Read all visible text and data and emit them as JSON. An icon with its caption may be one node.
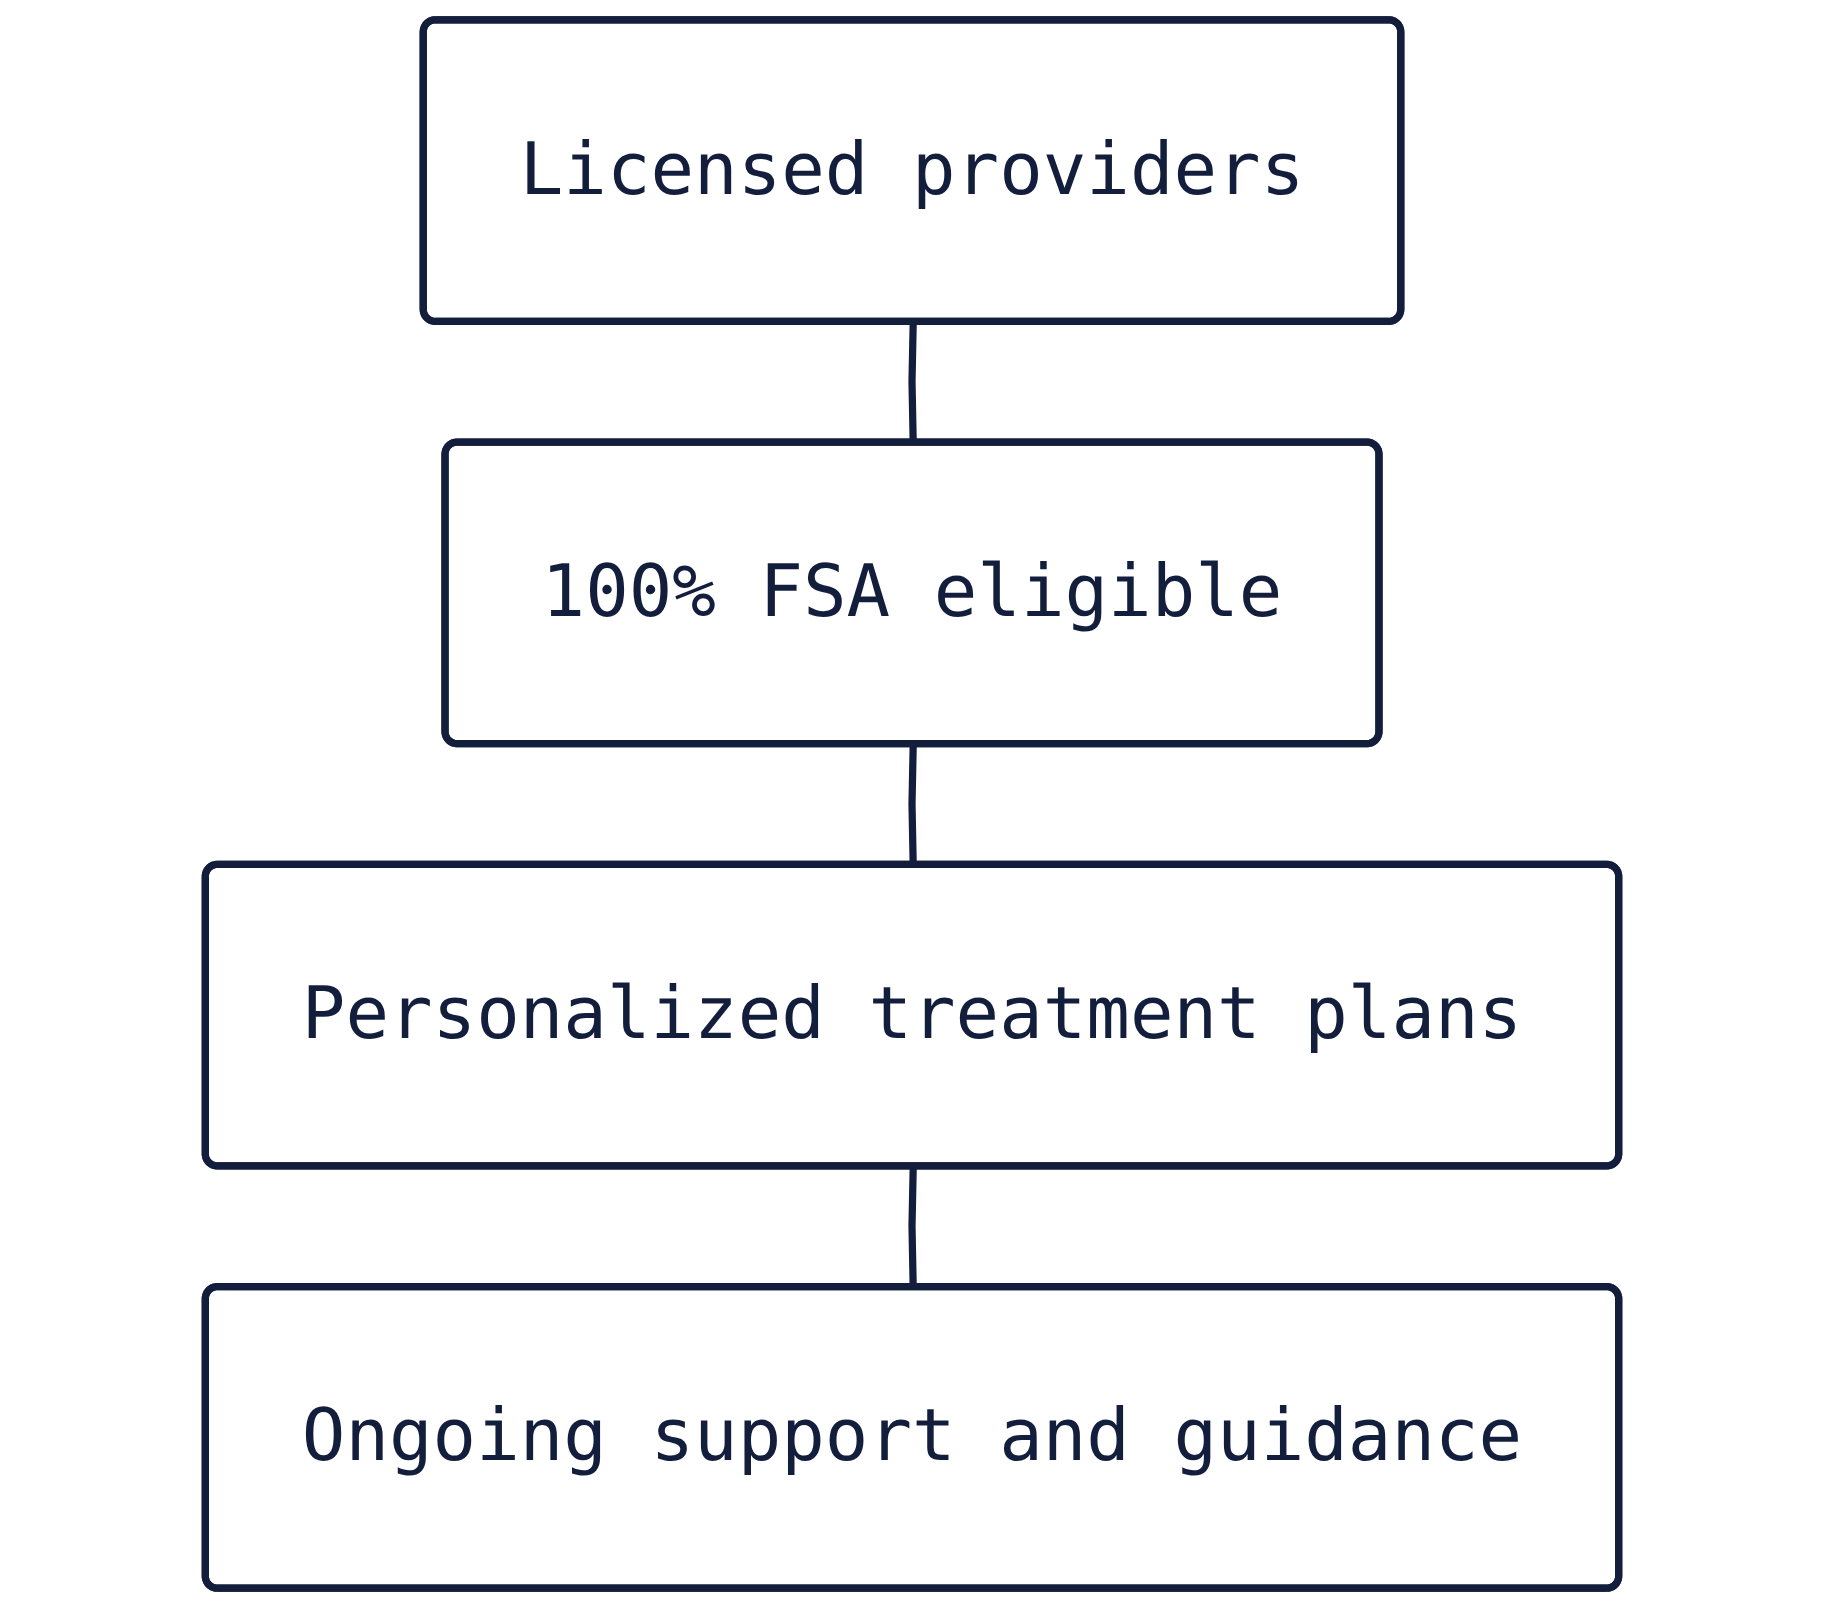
{
  "diagram": {
    "nodes": [
      {
        "text": [
          "Licensed providers"
        ]
      },
      {
        "text": [
          "100% FSA eligible"
        ]
      },
      {
        "text": [
          "Personalized treatment plans"
        ]
      },
      {
        "text": [
          "Ongoing support and guidance"
        ]
      }
    ],
    "edges": [
      {
        "from": 0,
        "to": 1,
        "arrow": "none"
      },
      {
        "from": 1,
        "to": 2,
        "arrow": "none"
      },
      {
        "from": 2,
        "to": 3,
        "arrow": "none"
      }
    ]
  }
}
